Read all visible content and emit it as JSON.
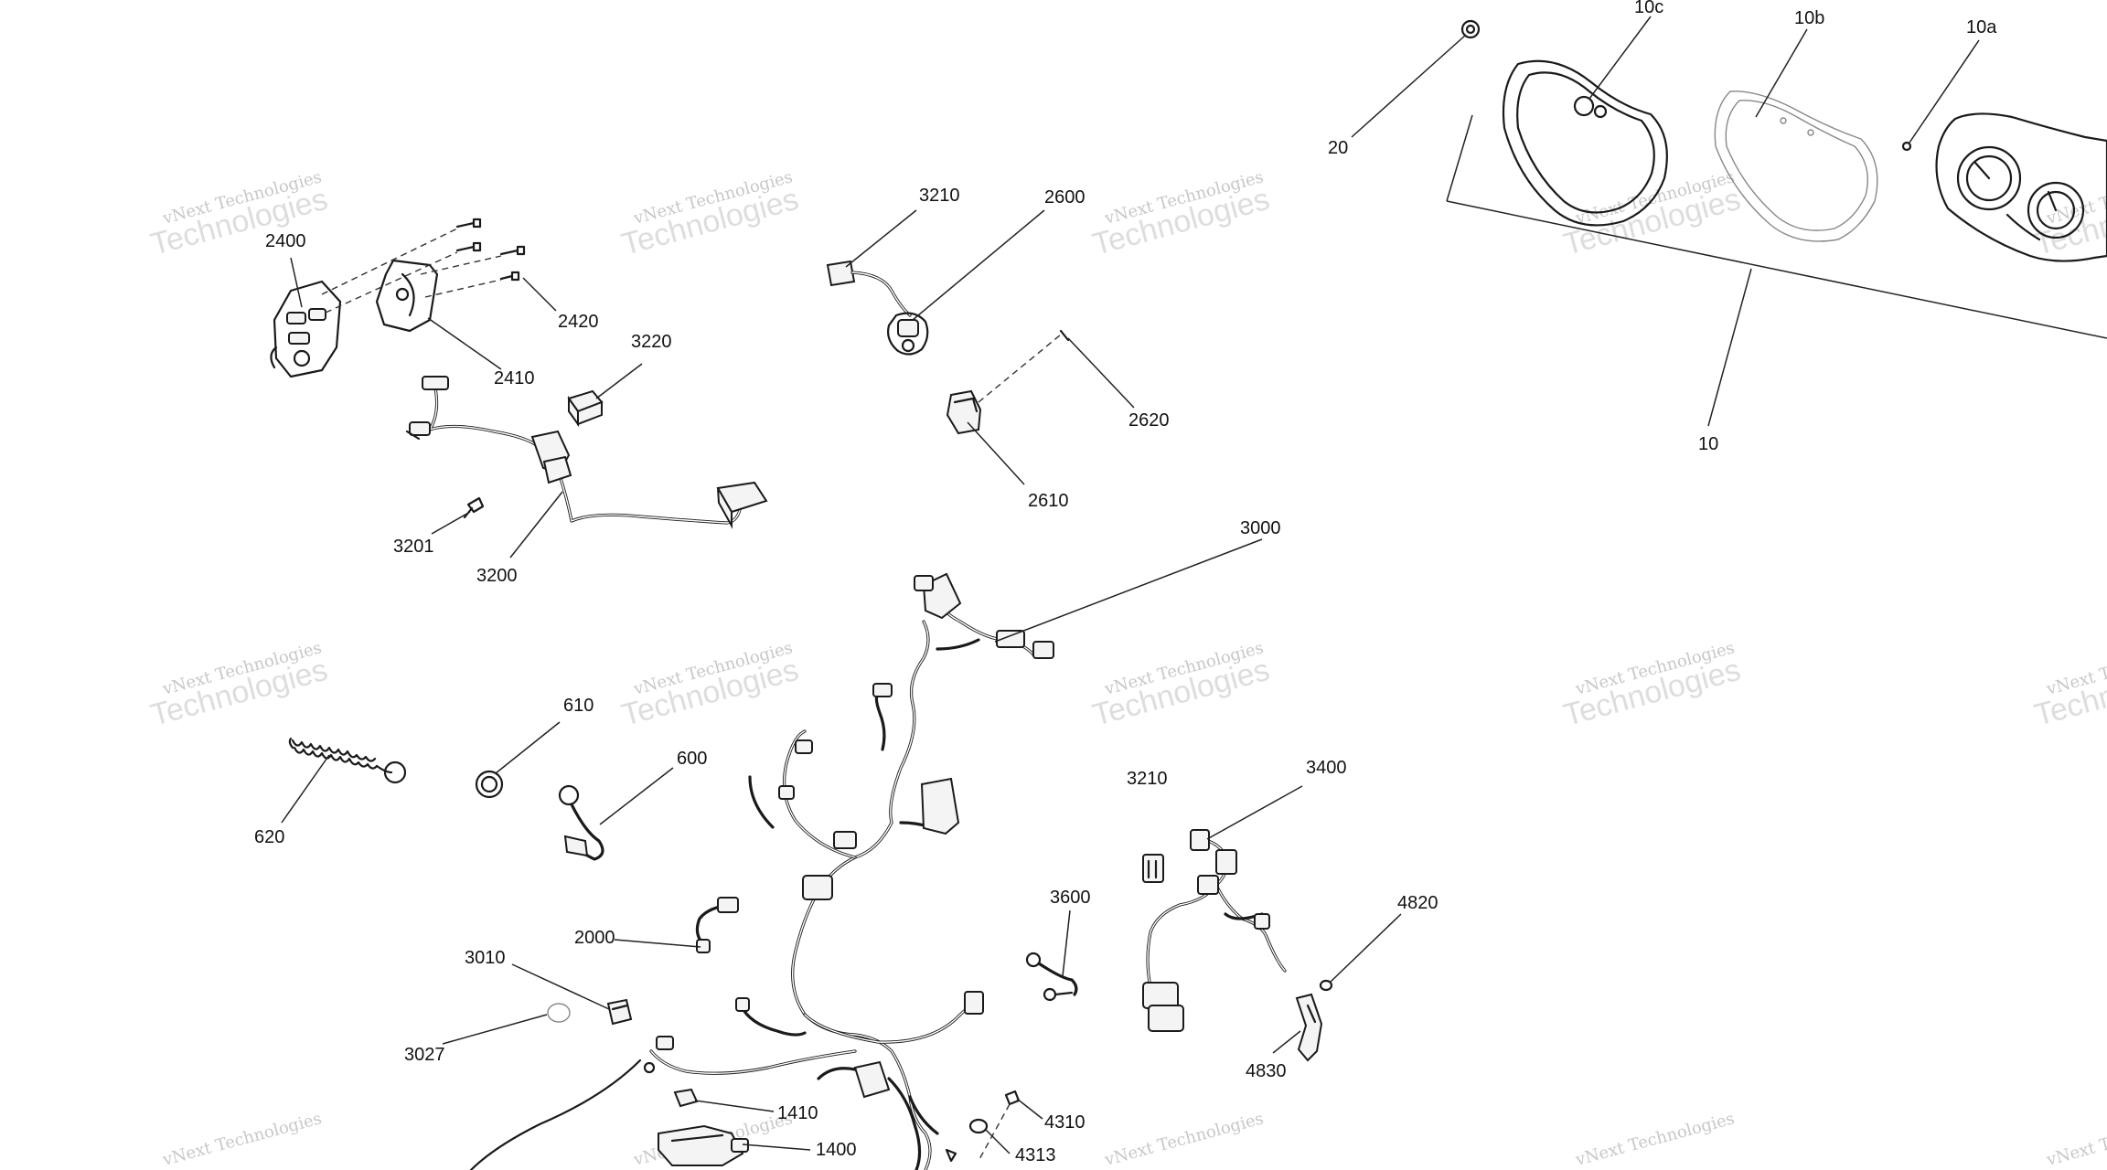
{
  "watermark": {
    "line1": "vNext Technologies",
    "line2": "Technologies"
  },
  "callouts": [
    {
      "id": "2400",
      "label": "2400"
    },
    {
      "id": "2410",
      "label": "2410"
    },
    {
      "id": "2420",
      "label": "2420"
    },
    {
      "id": "3210a",
      "label": "3210"
    },
    {
      "id": "2600",
      "label": "2600"
    },
    {
      "id": "3220",
      "label": "3220"
    },
    {
      "id": "2620",
      "label": "2620"
    },
    {
      "id": "2610",
      "label": "2610"
    },
    {
      "id": "3201",
      "label": "3201"
    },
    {
      "id": "3200",
      "label": "3200"
    },
    {
      "id": "3000",
      "label": "3000"
    },
    {
      "id": "20",
      "label": "20"
    },
    {
      "id": "10c",
      "label": "10c"
    },
    {
      "id": "10b",
      "label": "10b"
    },
    {
      "id": "10a",
      "label": "10a"
    },
    {
      "id": "10",
      "label": "10"
    },
    {
      "id": "610",
      "label": "610"
    },
    {
      "id": "600",
      "label": "600"
    },
    {
      "id": "620",
      "label": "620"
    },
    {
      "id": "3210b",
      "label": "3210"
    },
    {
      "id": "3400",
      "label": "3400"
    },
    {
      "id": "3600",
      "label": "3600"
    },
    {
      "id": "4820",
      "label": "4820"
    },
    {
      "id": "2000",
      "label": "2000"
    },
    {
      "id": "3010",
      "label": "3010"
    },
    {
      "id": "3027",
      "label": "3027"
    },
    {
      "id": "4830",
      "label": "4830"
    },
    {
      "id": "1410",
      "label": "1410"
    },
    {
      "id": "4310",
      "label": "4310"
    },
    {
      "id": "1400",
      "label": "1400"
    },
    {
      "id": "4313",
      "label": "4313"
    }
  ]
}
